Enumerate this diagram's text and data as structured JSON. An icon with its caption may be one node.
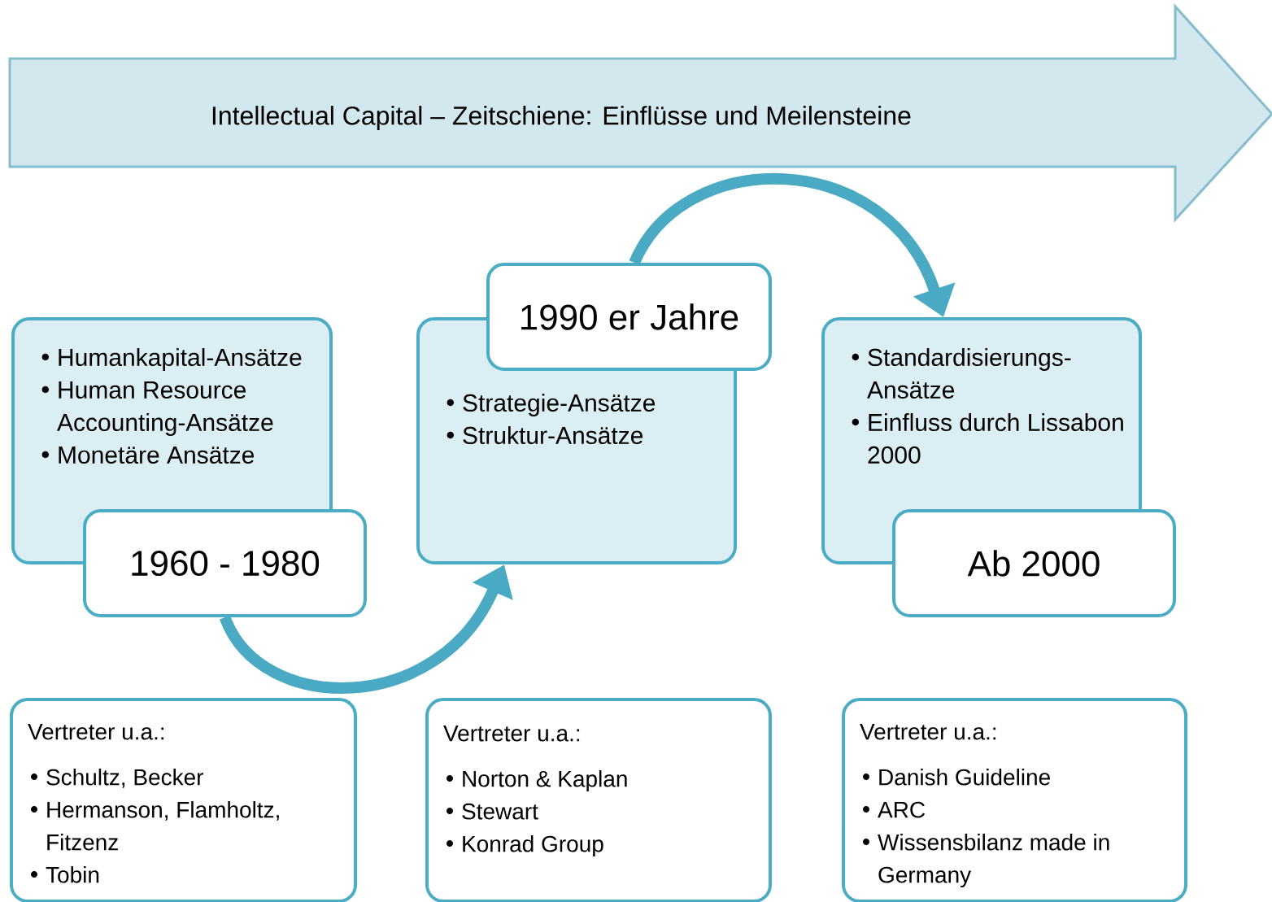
{
  "diagram": {
    "nodes": [
      {
        "text": [
          "Intellectual Capital – Zeitschiene: Einflüsse und Meilensteine"
        ]
      },
      {
        "text": [
          "Humankapital-Ansätze",
          "Human Resource Accounting-Ansätze",
          "Monetäre Ansätze"
        ]
      },
      {
        "text": [
          "1960 - 1980"
        ]
      },
      {
        "text": [
          "Strategie-Ansätze",
          "Struktur-Ansätze"
        ]
      },
      {
        "text": [
          "1990 er Jahre"
        ]
      },
      {
        "text": [
          "Standardisierungs-Ansätze",
          "Einfluss durch Lissabon 2000"
        ]
      },
      {
        "text": [
          "Ab 2000"
        ]
      },
      {
        "text": [
          "Vertreter u.a.:",
          "Schultz, Becker",
          "Hermanson, Flamholtz, Fitzenz",
          "Tobin"
        ]
      },
      {
        "text": [
          "Vertreter u.a.:",
          "Norton & Kaplan",
          "Stewart",
          "Konrad Group"
        ]
      },
      {
        "text": [
          "Vertreter u.a.:",
          "Danish Guideline",
          "ARC",
          "Wissensbilanz made in Germany"
        ]
      }
    ],
    "edges": [
      {
        "from": 2,
        "to": 3,
        "arrow": "to"
      },
      {
        "from": 4,
        "to": 5,
        "arrow": "to"
      }
    ]
  }
}
